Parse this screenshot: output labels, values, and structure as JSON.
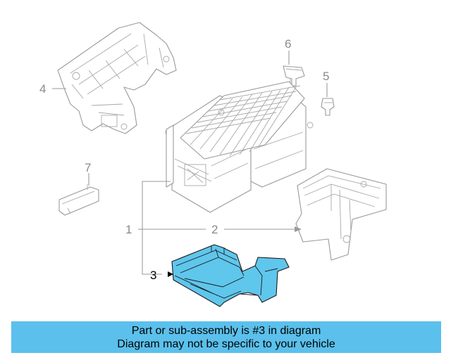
{
  "diagram": {
    "callouts": [
      "1",
      "2",
      "3",
      "4",
      "5",
      "6",
      "7"
    ],
    "highlighted_part": "3",
    "colors": {
      "highlight": "#5fc6ec",
      "line": "#9a9a9a",
      "banner": "#5bc0ec"
    }
  },
  "banner": {
    "line1": "Part or sub-assembly is #3 in diagram",
    "line2": "Diagram may not be specific to your vehicle"
  }
}
